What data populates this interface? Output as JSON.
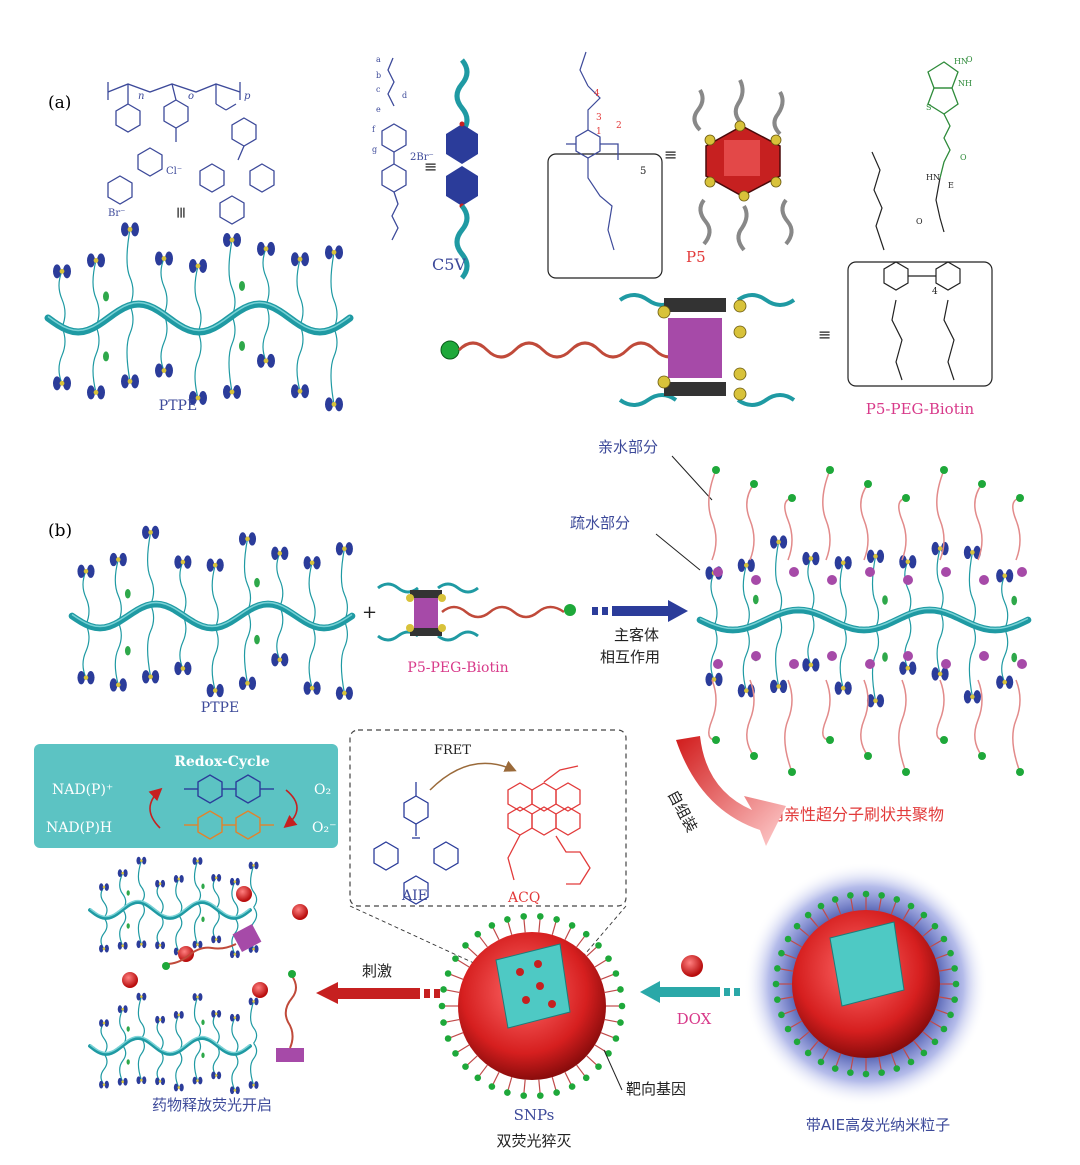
{
  "panel_a": {
    "label": "(a)",
    "ptpe_label": "PTPE",
    "c5v_label": "C5V",
    "c5v_counterion": "2Br⁻",
    "p5_label": "P5",
    "p5_subunit_count": "5",
    "p5_peg_biotin_label": "P5-PEG-Biotin",
    "equiv_symbol": "≡",
    "polymer_indices": [
      "n",
      "o",
      "p"
    ],
    "polymer_counterions": [
      "Cl⁻",
      "Br⁻"
    ],
    "alkyl_letters": [
      "a",
      "b",
      "c",
      "d",
      "e",
      "f",
      "g"
    ],
    "p5_numbering": [
      "1",
      "2",
      "3",
      "4",
      "5"
    ],
    "biotin_peg_repeat": "4",
    "biotin_atoms": [
      "HN",
      "NH",
      "O",
      "S",
      "HN",
      "E",
      "O",
      "O"
    ]
  },
  "panel_b": {
    "label": "(b)",
    "hydrophilic_label": "亲水部分",
    "hydrophobic_label": "疏水部分",
    "ptpe_label": "PTPE",
    "plus": "+",
    "p5_peg_biotin_label": "P5-PEG-Biotin",
    "host_guest_line1": "主客体",
    "host_guest_line2": "相互作用",
    "amphiphilic_label": "两亲性超分子刷状共聚物",
    "self_assembly_label": "自组装",
    "redox_title": "Redox-Cycle",
    "nadp_plus": "NAD(P)⁺",
    "nadph": "NAD(P)H",
    "o2": "O₂",
    "o2_minus": "O₂⁻",
    "fret_label": "FRET",
    "aie_label": "AIE",
    "acq_label": "ACQ",
    "dox_label": "DOX",
    "stimulus_label": "刺激",
    "targeting_label": "靶向基因",
    "snps_label": "SNPs",
    "dual_quench_label": "双荧光猝灭",
    "aie_nanoparticle_label": "带AIE高发光纳米粒子",
    "release_label": "药物释放荧光开启"
  },
  "colors": {
    "polymer_backbone": "#1f9aa3",
    "blue_ring": "#2b3c9a",
    "yellow_ball": "#d8c23a",
    "magenta_label": "#d83a8a",
    "red_label": "#e23a3a",
    "navy_label": "#3d4a9a",
    "purple_macrocycle": "#a64aa8",
    "teal_box": "#5cc3c3",
    "nanoparticle_red": "#d61f1f",
    "core_cyan": "#4ec9c4"
  }
}
